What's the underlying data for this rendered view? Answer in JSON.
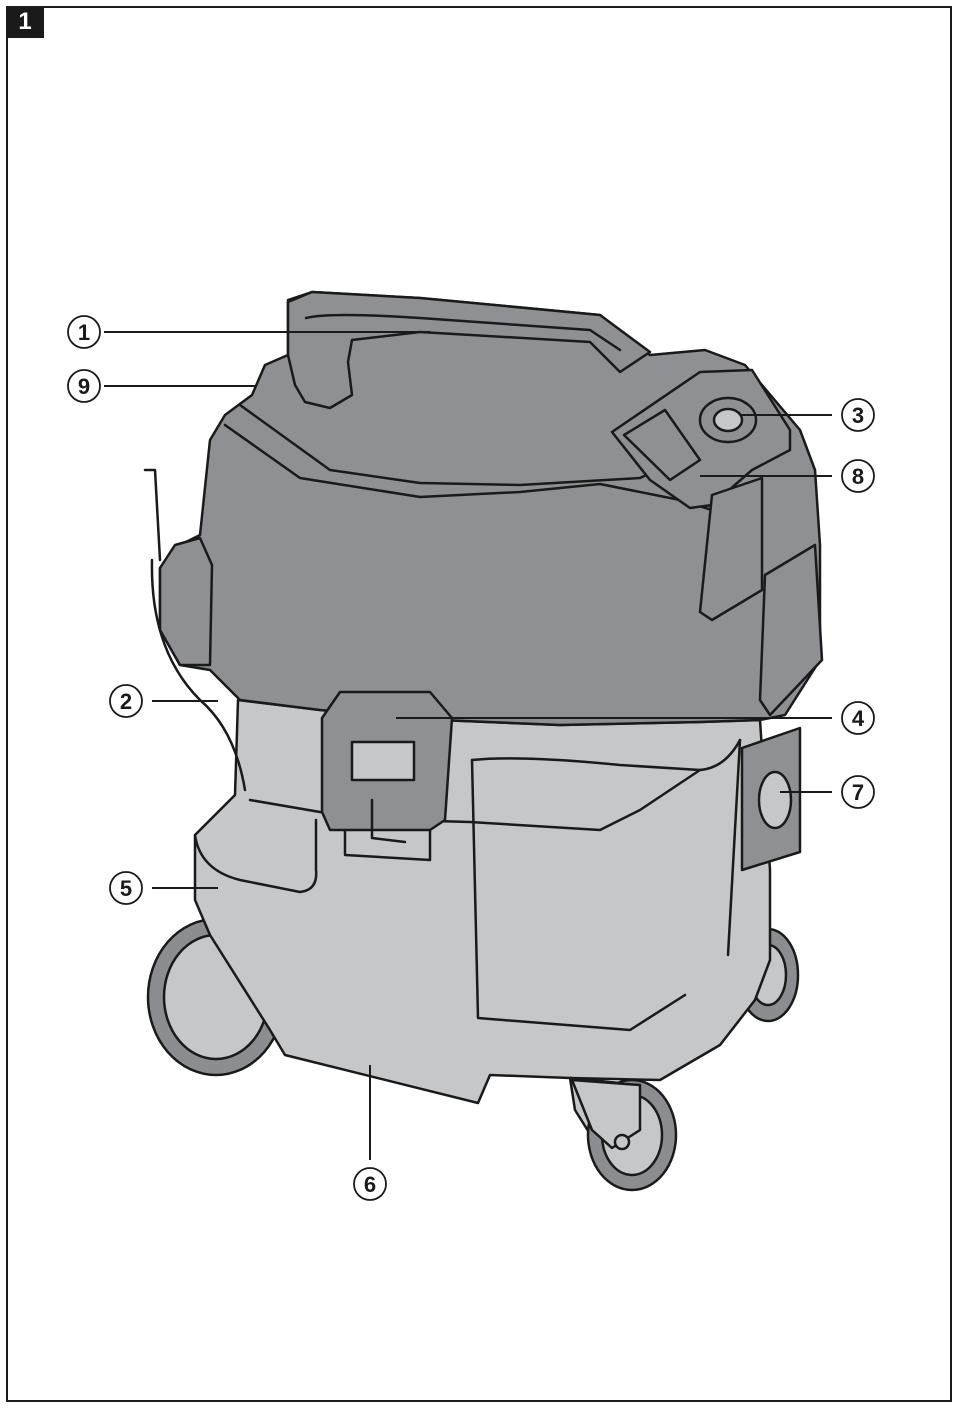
{
  "figure": {
    "number": "1"
  },
  "callouts": [
    {
      "id": "1",
      "label": "1"
    },
    {
      "id": "9",
      "label": "9"
    },
    {
      "id": "3",
      "label": "3"
    },
    {
      "id": "8",
      "label": "8"
    },
    {
      "id": "2",
      "label": "2"
    },
    {
      "id": "4",
      "label": "4"
    },
    {
      "id": "7",
      "label": "7"
    },
    {
      "id": "5",
      "label": "5"
    },
    {
      "id": "6",
      "label": "6"
    }
  ],
  "colors": {
    "head": "#8f9094",
    "bin": "#c6c7c9",
    "outline": "#1a1a1a",
    "wheel": "#8c8d90",
    "hub": "#c6c7c9"
  }
}
